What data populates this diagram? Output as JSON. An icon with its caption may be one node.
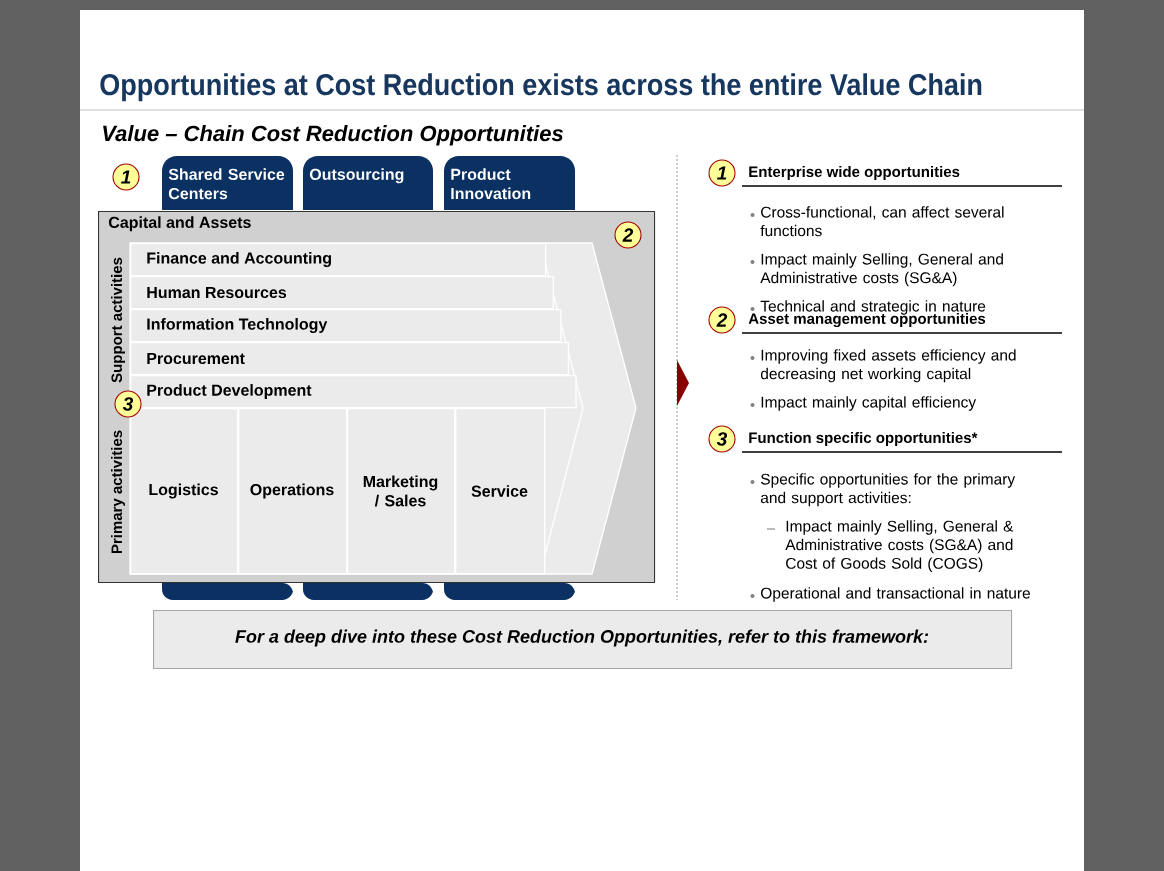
{
  "diagram": {
    "title": "Opportunities at Cost Reduction exists across the entire Value Chain",
    "nodes": [
      {
        "text": [
          "1"
        ]
      },
      {
        "text": [
          "Shared Service Centers"
        ]
      },
      {
        "text": [
          "Outsourcing"
        ]
      },
      {
        "text": [
          "Product Innovation"
        ]
      },
      {
        "text": [
          "Capital and Assets"
        ]
      },
      {
        "text": [
          "2"
        ],
        "in": 4
      },
      {
        "text": [
          "Finance and Accounting"
        ],
        "in": 4
      },
      {
        "text": [
          "Human Resources"
        ],
        "in": 4
      },
      {
        "text": [
          "Information Technology"
        ],
        "in": 4
      },
      {
        "text": [
          "Procurement"
        ],
        "in": 4
      },
      {
        "text": [
          "Product Development"
        ],
        "in": 4
      },
      {
        "text": [
          "3"
        ],
        "in": 4
      },
      {
        "text": [
          "Logistics"
        ],
        "in": 4
      },
      {
        "text": [
          "Operations"
        ],
        "in": 4
      },
      {
        "text": [
          "Marketing / Sales"
        ],
        "in": 4
      },
      {
        "text": [
          "Service"
        ],
        "in": 4
      },
      {
        "text": [
          "1"
        ],
        "beside": [
          "Enterprise wide opportunities"
        ]
      },
      {
        "text": [
          "2"
        ],
        "beside": [
          "Asset management opportunities"
        ]
      },
      {
        "text": [
          "3"
        ],
        "beside": [
          "Function specific opportunities*"
        ]
      },
      {
        "text": [],
        "shape": "box"
      },
      {
        "text": [],
        "shape": "box"
      },
      {
        "text": [],
        "shape": "box"
      },
      {
        "text": [
          "For a deep dive into these Cost Reduction Opportunities, refer to this framework:"
        ]
      }
    ],
    "labels": [
      "Value – Chain Cost Reduction Opportunities",
      "Support activities",
      "Primary activities",
      "Cross-functional, can affect several functions",
      "Impact mainly Selling, General and Administrative costs (SG&A)",
      "Technical and strategic in nature",
      "Improving fixed assets efficiency and decreasing net working capital",
      "Impact mainly capital efficiency",
      "Specific opportunities for the primary and support activities:",
      "Impact mainly Selling, General & Administrative costs (SG&A) and Cost of Goods Sold (COGS)",
      "Operational and transactional in nature"
    ]
  }
}
